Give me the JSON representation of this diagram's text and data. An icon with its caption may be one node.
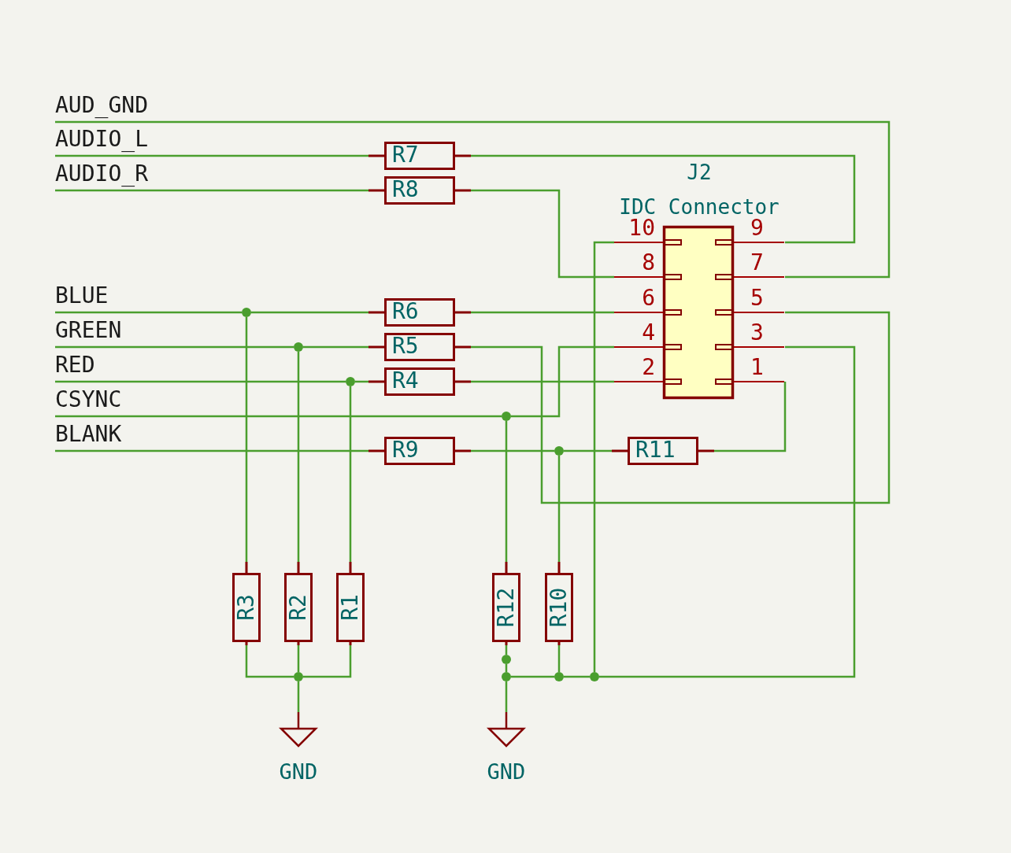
{
  "diagram": {
    "nodes": [
      {
        "text": [
          "AUD_GND"
        ]
      },
      {
        "text": [
          "AUDIO_L"
        ]
      },
      {
        "text": [
          "AUDIO_R"
        ]
      },
      {
        "text": [
          "R7"
        ]
      },
      {
        "text": [
          "R8"
        ]
      },
      {
        "text": [
          "J2",
          "IDC Connector"
        ]
      },
      {
        "text": [
          "BLUE"
        ]
      },
      {
        "text": [
          "GREEN"
        ]
      },
      {
        "text": [
          "RED"
        ]
      },
      {
        "text": [
          "CSYNC"
        ]
      },
      {
        "text": [
          "BLANK"
        ]
      },
      {
        "text": [
          "R6"
        ]
      },
      {
        "text": [
          "R5"
        ]
      },
      {
        "text": [
          "R4"
        ]
      },
      {
        "text": [
          "R9"
        ]
      },
      {
        "text": [
          "R11"
        ]
      },
      {
        "text": [
          "R3"
        ]
      },
      {
        "text": [
          "R2"
        ]
      },
      {
        "text": [
          "R1"
        ]
      },
      {
        "text": [
          "R12"
        ]
      },
      {
        "text": [
          "R10"
        ]
      },
      {
        "text": [
          "GND"
        ]
      },
      {
        "text": [
          "GND"
        ]
      },
      {
        "text": [],
        "shape": "circle"
      },
      {
        "text": [],
        "shape": "circle"
      },
      {
        "text": [],
        "shape": "circle"
      },
      {
        "text": [],
        "shape": "circle"
      },
      {
        "text": [],
        "shape": "circle"
      },
      {
        "text": [],
        "shape": "circle"
      },
      {
        "text": [],
        "shape": "circle"
      },
      {
        "text": [],
        "shape": "circle"
      },
      {
        "text": [],
        "shape": "circle"
      },
      {
        "text": [],
        "shape": "circle"
      }
    ],
    "edges": [
      {
        "from": 0,
        "to": 5,
        "arrow": "none"
      },
      {
        "from": 1,
        "to": 3,
        "arrow": "none"
      },
      {
        "from": 3,
        "to": 5,
        "arrow": "none"
      },
      {
        "from": 2,
        "to": 4,
        "arrow": "none"
      },
      {
        "from": 4,
        "to": 5,
        "arrow": "none"
      },
      {
        "from": 6,
        "to": 23,
        "arrow": "none"
      },
      {
        "from": 23,
        "to": 11,
        "arrow": "none"
      },
      {
        "from": 11,
        "to": 5,
        "arrow": "none"
      },
      {
        "from": 23,
        "to": 16,
        "arrow": "none"
      },
      {
        "from": 7,
        "to": 24,
        "arrow": "none"
      },
      {
        "from": 24,
        "to": 12,
        "arrow": "none"
      },
      {
        "from": 12,
        "to": 5,
        "arrow": "none"
      },
      {
        "from": 24,
        "to": 17,
        "arrow": "none"
      },
      {
        "from": 8,
        "to": 25,
        "arrow": "none"
      },
      {
        "from": 25,
        "to": 13,
        "arrow": "none"
      },
      {
        "from": 13,
        "to": 5,
        "arrow": "none"
      },
      {
        "from": 25,
        "to": 18,
        "arrow": "none"
      },
      {
        "from": 9,
        "to": 26,
        "arrow": "none"
      },
      {
        "from": 26,
        "to": 5,
        "arrow": "none"
      },
      {
        "from": 26,
        "to": 19,
        "arrow": "none"
      },
      {
        "from": 10,
        "to": 14,
        "arrow": "none"
      },
      {
        "from": 14,
        "to": 27,
        "arrow": "none"
      },
      {
        "from": 27,
        "to": 15,
        "arrow": "none"
      },
      {
        "from": 15,
        "to": 5,
        "arrow": "none"
      },
      {
        "from": 27,
        "to": 20,
        "arrow": "none"
      },
      {
        "from": 16,
        "to": 29,
        "arrow": "none"
      },
      {
        "from": 17,
        "to": 29,
        "arrow": "none"
      },
      {
        "from": 18,
        "to": 29,
        "arrow": "none"
      },
      {
        "from": 29,
        "to": 21,
        "arrow": "none"
      },
      {
        "from": 19,
        "to": 28,
        "arrow": "none"
      },
      {
        "from": 28,
        "to": 30,
        "arrow": "none"
      },
      {
        "from": 30,
        "to": 22,
        "arrow": "none"
      },
      {
        "from": 30,
        "to": 31,
        "arrow": "none"
      },
      {
        "from": 20,
        "to": 31,
        "arrow": "none"
      },
      {
        "from": 31,
        "to": 32,
        "arrow": "none"
      },
      {
        "from": 5,
        "to": 32,
        "arrow": "none"
      },
      {
        "from": 5,
        "to": 32,
        "arrow": "none"
      }
    ],
    "labels": [
      "10",
      "9",
      "8",
      "7",
      "6",
      "5",
      "4",
      "3",
      "2",
      "1"
    ]
  }
}
